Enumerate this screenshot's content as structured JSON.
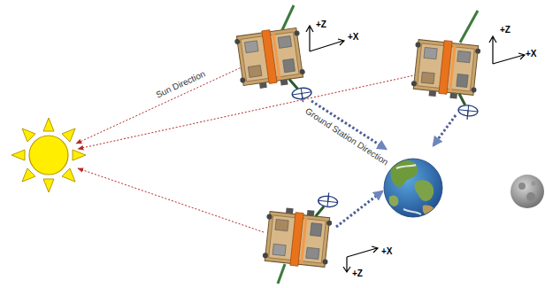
{
  "diagram": {
    "labels": [
      "+Z",
      "+X",
      "Sun Direction",
      "+Z",
      "+X",
      "Ground Station Direction",
      "+X",
      "+Z"
    ]
  }
}
